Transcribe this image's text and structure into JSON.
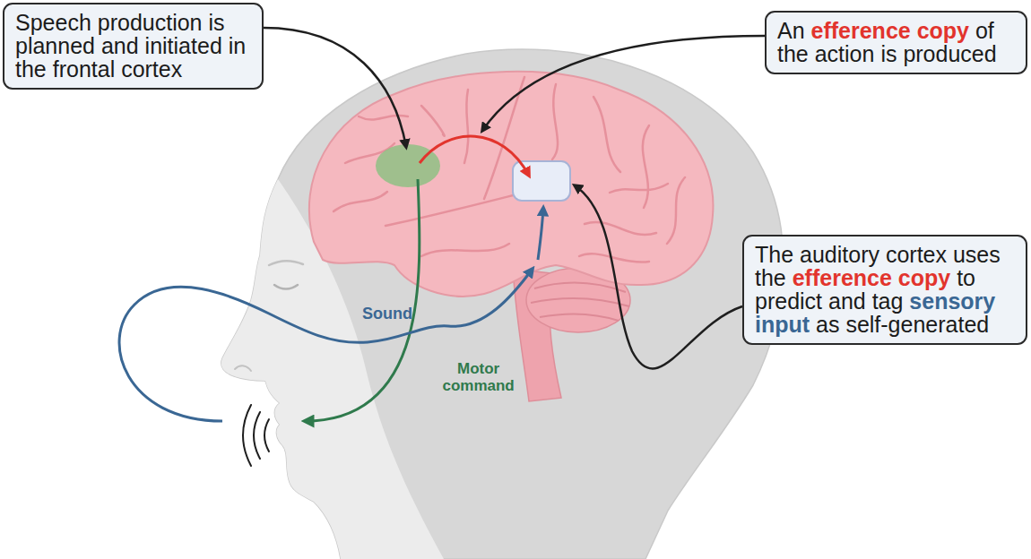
{
  "diagram": {
    "nodes": [
      {
        "text": [
          "Speech production is planned and initiated in the frontal cortex"
        ]
      },
      {
        "text": [
          "An efference copy of the action is produced"
        ]
      },
      {
        "text": [
          "The auditory cortex uses the efference copy to predict and tag sensory input as self-generated"
        ]
      }
    ],
    "labels": [
      "Sound",
      "Motor command"
    ]
  }
}
